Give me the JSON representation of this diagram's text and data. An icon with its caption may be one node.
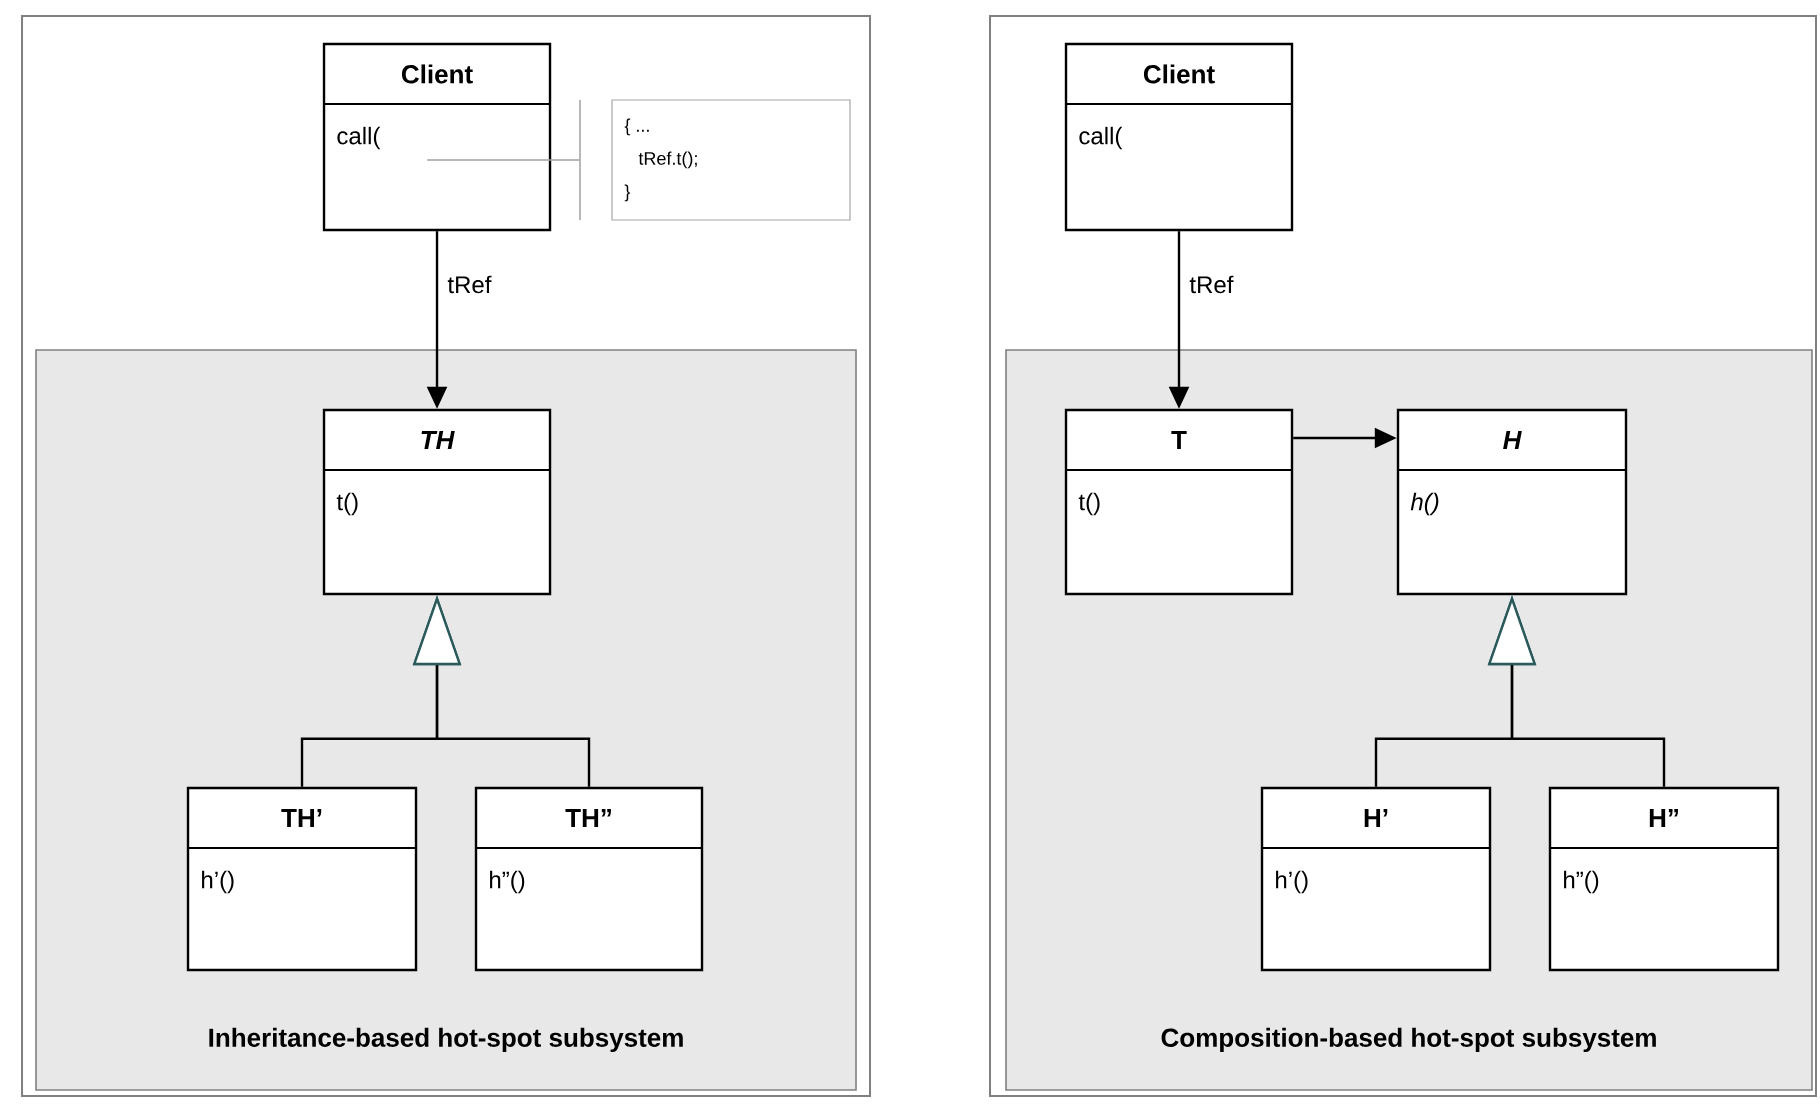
{
  "diagram": {
    "nodes": [
      {
        "text": [
          "Client",
          "call("
        ]
      },
      {
        "text": [
          "{ ...",
          "tRef.t();",
          "}"
        ]
      },
      {
        "text": [
          "Inheritance-based hot-spot subsystem"
        ]
      },
      {
        "text": [
          "TH",
          "t()"
        ],
        "in": 2
      },
      {
        "text": [
          "TH’",
          "h’()"
        ],
        "in": 2
      },
      {
        "text": [
          "TH”",
          "h”()"
        ],
        "in": 2
      },
      {
        "text": [
          "Client",
          "call("
        ]
      },
      {
        "text": [
          "Composition-based hot-spot subsystem"
        ]
      },
      {
        "text": [
          "T",
          "t()"
        ],
        "in": 7
      },
      {
        "text": [
          "H",
          "h()"
        ],
        "in": 7
      },
      {
        "text": [
          "H’",
          "h’()"
        ],
        "in": 7
      },
      {
        "text": [
          "H”",
          "h”()"
        ],
        "in": 7
      }
    ],
    "edges": [
      {
        "from": 0,
        "to": 1,
        "arrow": "none",
        "color": "#a0a0a0"
      },
      {
        "from": 0,
        "to": 3,
        "arrow": "to",
        "label": "tRef"
      },
      {
        "from": 4,
        "to": 3,
        "arrow": "to"
      },
      {
        "from": 5,
        "to": 3,
        "arrow": "to"
      },
      {
        "from": 6,
        "to": 8,
        "arrow": "to",
        "label": "tRef"
      },
      {
        "from": 8,
        "to": 9,
        "arrow": "to"
      },
      {
        "from": 10,
        "to": 9,
        "arrow": "to"
      },
      {
        "from": 11,
        "to": 9,
        "arrow": "to"
      }
    ]
  }
}
